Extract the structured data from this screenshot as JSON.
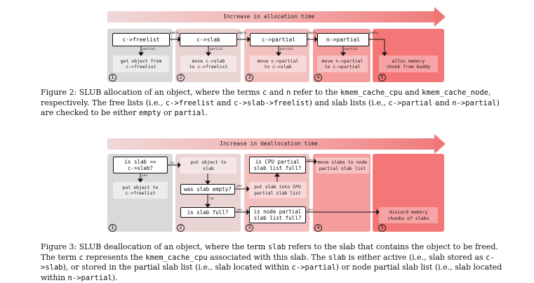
{
  "figure2": {
    "arrow_label": "Increase in allocation time",
    "steps": [
      {
        "top": "c->freelist",
        "bottom": "get object from\nc->freelist",
        "num": "1"
      },
      {
        "top": "c->slab",
        "bottom": "move c->slab\nto c->freelist",
        "num": "2"
      },
      {
        "top": "c->partial",
        "bottom": "move c->partial\nto c->slab",
        "num": "3"
      },
      {
        "top": "n->partial",
        "bottom": "move n->partial\nto c->partial",
        "num": "4"
      },
      {
        "bottom": "alloc memory\nchunk from buddy",
        "num": "5"
      }
    ],
    "edge_empty": "empty",
    "edge_partial": "partial",
    "caption": {
      "p1": "Figure 2: SLUB allocation of an object, where the terms ",
      "c": "c",
      "p2": " and ",
      "n": "n",
      "p3": " refer to the ",
      "t1": "kmem_cache_cpu",
      "p4": " and ",
      "t2": "kmem_cache_node",
      "p5": ", respectively. The free lists (i.e., ",
      "t3": "c->freelist",
      "p6": " and ",
      "t4": "c->slab->freelist",
      "p7": ") and slab lists (i.e., ",
      "t5": "c->partial",
      "p8": " and ",
      "t6": "n->partial",
      "p9": ") are checked to be either ",
      "t7": "empty",
      "p10": " or ",
      "t8": "partial",
      "p11": "."
    }
  },
  "figure3": {
    "arrow_label": "Increase in deallocation time",
    "is_slab": "is slab ==\nc->slab?",
    "put_freelist": "put object to\nc->freelist",
    "put_slab": "put object to\nslab",
    "was_empty": "was slab empty?",
    "is_full": "is slab full?",
    "is_cpu_full": "is CPU partial\nslab list full?",
    "put_cpu": "put slab into CPU\npartial slab list",
    "is_node_full": "is node partial\nslab list full?",
    "move_node": "move slabs to node\npartial slab list",
    "discard": "discard memory\nchunks of slabs",
    "yes": "yes",
    "no": "no",
    "nums": [
      "1",
      "2",
      "3",
      "4",
      "5"
    ],
    "caption": {
      "p1": "Figure 3: SLUB deallocation of an object, where the term ",
      "t1": "slab",
      "p2": " refers to the slab that contains the object to be freed. The term ",
      "t2": "c",
      "p3": " represents the ",
      "t3": "kmem_cache_cpu",
      "p4": " associated with this slab. The ",
      "t4": "slab",
      "p5": " is either active (i.e., slab stored as ",
      "t5": "c->slab",
      "p6": "), or stored in the partial slab list (i.e., slab located within ",
      "t6": "c->partial",
      "p7": ") or node partial slab list (i.e., slab located within ",
      "t7": "n->partial",
      "p8": ")."
    }
  },
  "colors": {
    "col1": "#d9d9d9",
    "col2": "#ead3d3",
    "col3": "#f3c0c0",
    "col4": "#f59d9d",
    "col5": "#f57676"
  }
}
